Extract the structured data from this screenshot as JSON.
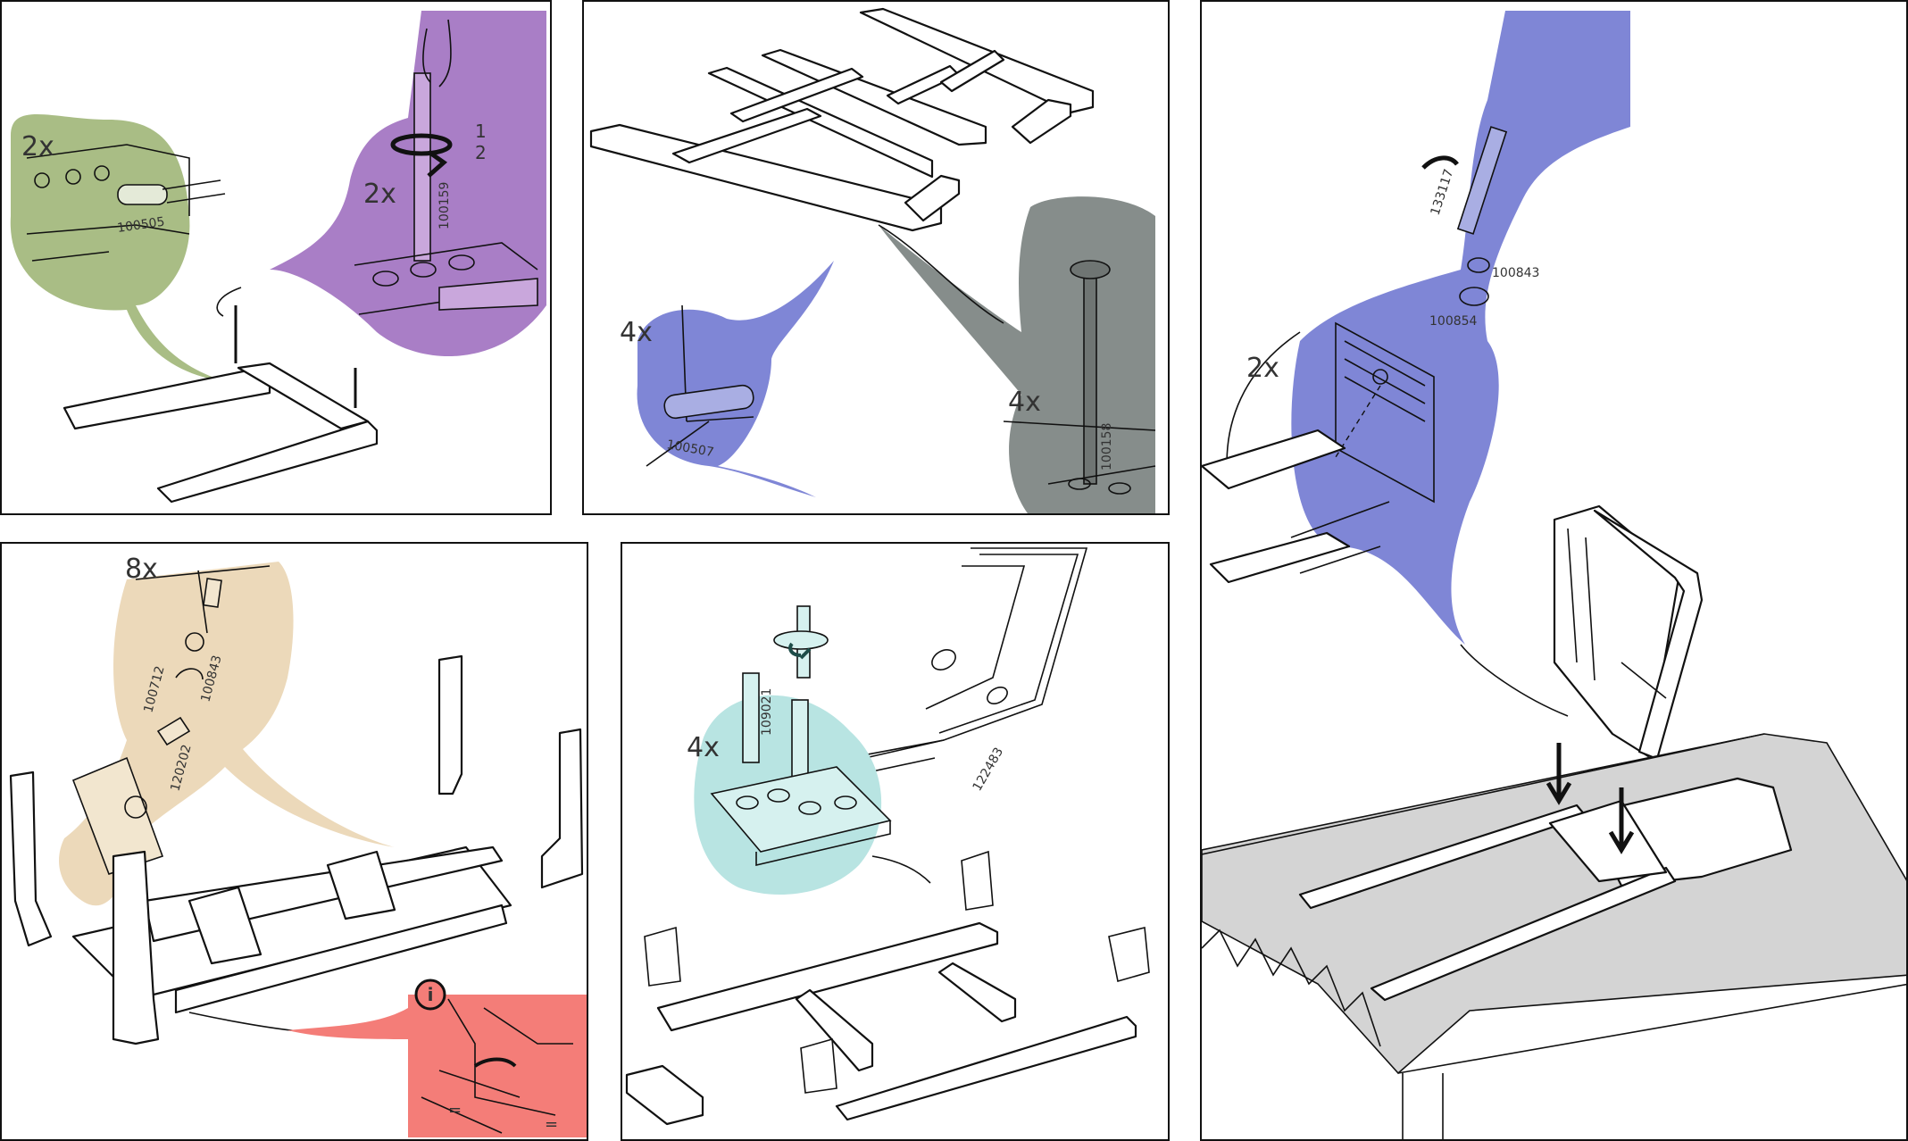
{
  "colors": {
    "green": "#a9bd85",
    "purple": "#a97ec6",
    "blue": "#7f86d6",
    "grey": "#868d8b",
    "tan": "#ecd9ba",
    "teal": "#b8e4e2",
    "red": "#f47d78",
    "cloth": "#d4d4d4"
  },
  "panels": [
    {
      "id": "step-1",
      "callouts": [
        {
          "qty": "2x",
          "part": "100505"
        },
        {
          "qty": "2x",
          "part": "100159",
          "rotation": [
            "1",
            "2"
          ]
        }
      ]
    },
    {
      "id": "step-2",
      "callouts": [
        {
          "qty": "4x",
          "part": "100507"
        },
        {
          "qty": "4x",
          "part": "100158"
        }
      ]
    },
    {
      "id": "step-3",
      "callouts": [
        {
          "qty": "2x",
          "parts": [
            "133117",
            "100843",
            "100854"
          ]
        }
      ]
    },
    {
      "id": "step-4",
      "callouts": [
        {
          "qty": "8x",
          "parts": [
            "100712",
            "100843",
            "120202"
          ]
        }
      ],
      "info": {
        "icon": "i",
        "marks": [
          "=",
          "="
        ]
      }
    },
    {
      "id": "step-5",
      "callouts": [
        {
          "qty": "4x",
          "part": "109021",
          "bracket": "122483"
        }
      ]
    }
  ]
}
